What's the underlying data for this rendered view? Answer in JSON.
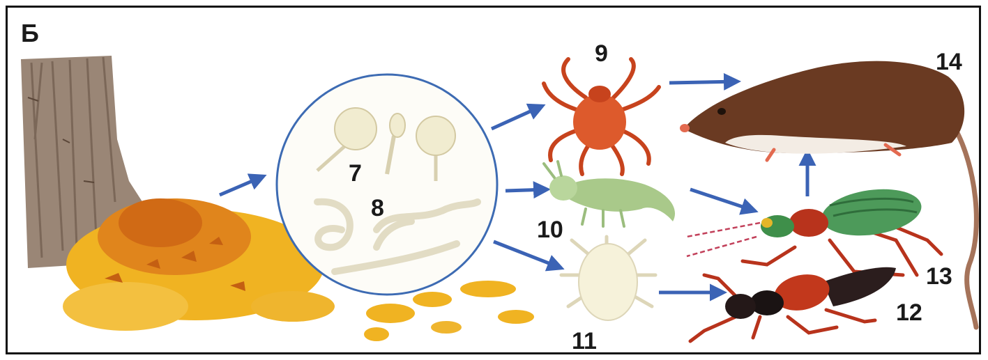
{
  "panel_letter": "Б",
  "labels": {
    "n7": "7",
    "n8": "8",
    "n9": "9",
    "n10": "10",
    "n11": "11",
    "n12": "12",
    "n13": "13",
    "n14": "14"
  },
  "colors": {
    "arrow": "#3b63b5",
    "circle": "#3d6bb3",
    "leaf_orange": "#e0851c",
    "leaf_yellow": "#f0b322",
    "trunk": "#8a7565",
    "mite_red": "#d9572a",
    "springtail_green": "#a9c98a",
    "shrew_brown": "#6a3a22",
    "beetle_green": "#4d9a5a",
    "beetle_red": "#b8331c"
  }
}
